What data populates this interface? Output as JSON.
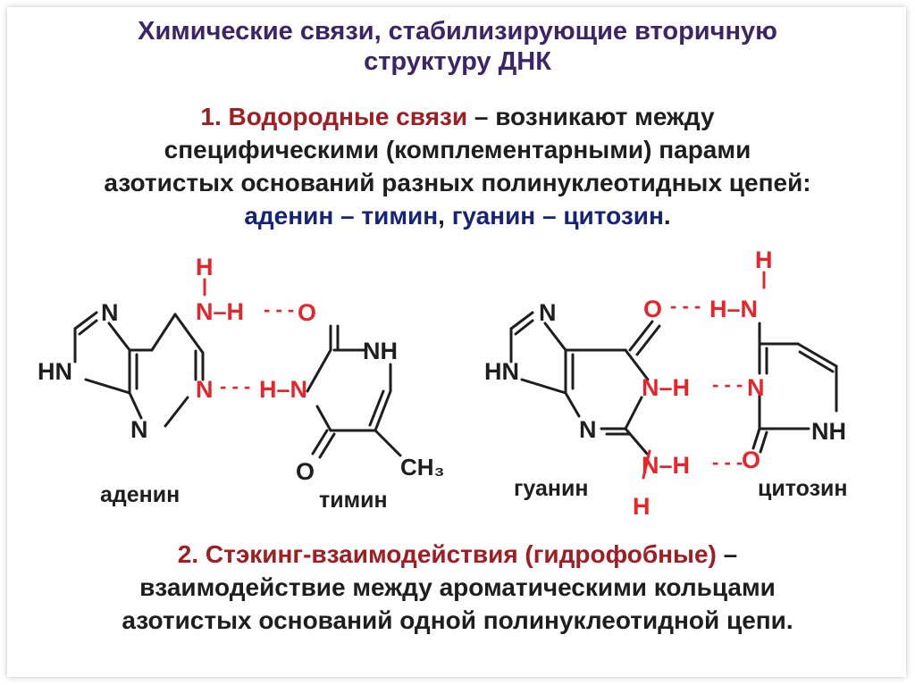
{
  "title": {
    "line1": "Химические связи, стабилизирующие вторичную",
    "line2": "структуру ДНК"
  },
  "section1": {
    "heading": "1. Водородные связи",
    "dash": " – возникают между",
    "line2": "специфическими (комплементарными) парами",
    "line3": "азотистых оснований разных полинуклеотидных цепей:",
    "pair1": "аденин – тимин",
    "comma": ", ",
    "pair2": "гуанин – цитозин",
    "period": "."
  },
  "section2": {
    "heading": "2. Стэкинг-взаимодействия (гидрофобные)",
    "dash": " –",
    "line2": "взаимодействие между ароматическими кольцами",
    "line3": "азотистых оснований одной полинуклеотидной цепи."
  },
  "labels": {
    "adenine": "аденин",
    "thymine": "тимин",
    "guanine": "гуанин",
    "cytosine": "цитозин"
  },
  "atoms": {
    "N": "N",
    "H": "H",
    "O": "O",
    "NH": "NH",
    "HN": "HN",
    "NH_H": "N–H",
    "H_N": "H–N",
    "CH3": "CH₃",
    "hbond": "- - -"
  },
  "colors": {
    "title": "#3b2468",
    "heading_red": "#a01d22",
    "pair_blue": "#16237a",
    "hbond_red": "#e8242b",
    "text": "#1e1e1e"
  }
}
